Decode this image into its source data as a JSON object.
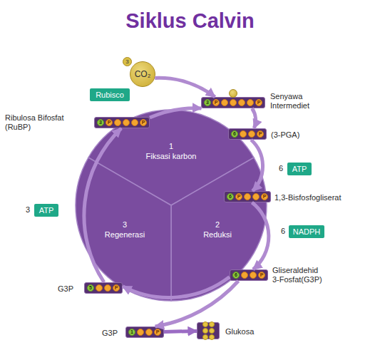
{
  "diagram": {
    "title": "Siklus Calvin",
    "nodes": [
      {
        "text": [
          "1",
          "Fiksasi karbon"
        ]
      },
      {
        "text": [
          "2",
          "Reduksi"
        ]
      },
      {
        "text": [
          "3",
          "Regenerasi"
        ]
      },
      {
        "text": [
          "CO₂"
        ]
      },
      {
        "text": [
          "3"
        ]
      },
      {
        "text": [
          "Rubisco"
        ]
      },
      {
        "text": [
          "Ribulosa Bifosfat (RuBP)",
          "3",
          "P",
          "P"
        ]
      },
      {
        "text": [
          "Senyawa Intermediet",
          "3",
          "P",
          "P"
        ]
      },
      {
        "text": [
          "(3-PGA)",
          "6",
          "P"
        ]
      },
      {
        "text": [
          "6",
          "ATP"
        ]
      },
      {
        "text": [
          "1,3-Bisfosfogliserat",
          "6",
          "P",
          "P"
        ]
      },
      {
        "text": [
          "6",
          "NADPH"
        ]
      },
      {
        "text": [
          "Gliseraldehid 3-Fosfat(G3P)",
          "6",
          "P"
        ]
      },
      {
        "text": [
          "G3P",
          "5",
          "P"
        ]
      },
      {
        "text": [
          "3",
          "ATP"
        ]
      },
      {
        "text": [
          "G3P",
          "1",
          "P"
        ]
      },
      {
        "text": [
          "Glukosa"
        ]
      }
    ],
    "edges": [
      {
        "from": 3,
        "to": 7,
        "arrow": "to"
      },
      {
        "from": 6,
        "to": 7,
        "arrow": "to"
      },
      {
        "from": 7,
        "to": 8,
        "arrow": "to"
      },
      {
        "from": 8,
        "to": 10,
        "arrow": "to"
      },
      {
        "from": 10,
        "to": 12,
        "arrow": "to"
      },
      {
        "from": 12,
        "to": 13,
        "arrow": "to"
      },
      {
        "from": 12,
        "to": 15,
        "arrow": "to"
      },
      {
        "from": 13,
        "to": 6,
        "arrow": "to"
      },
      {
        "from": 15,
        "to": 16,
        "arrow": "to"
      }
    ]
  }
}
